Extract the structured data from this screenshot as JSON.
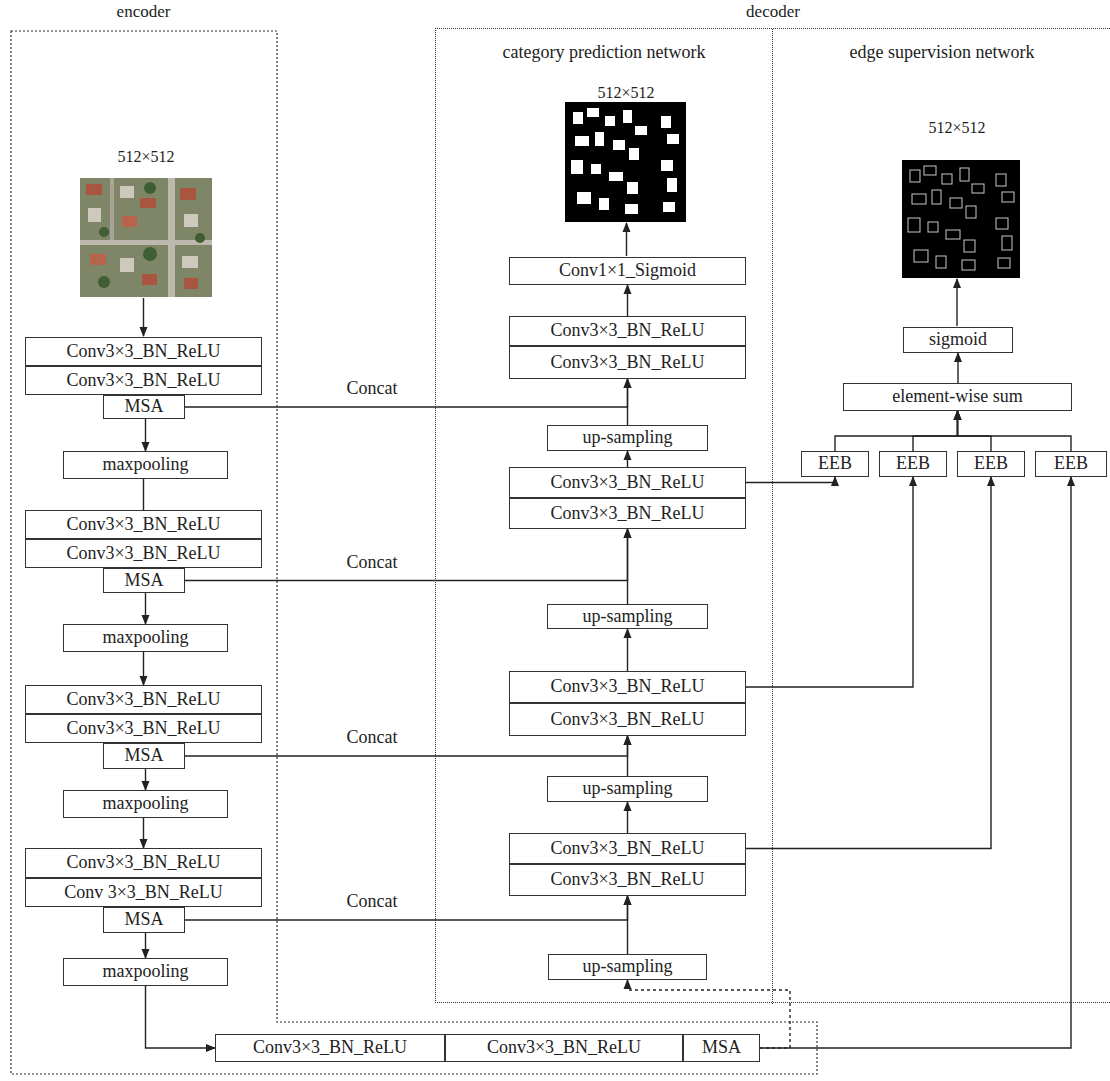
{
  "diagram": {
    "nodes": [
      {
        "text": [
          "encoder"
        ]
      },
      {
        "text": [
          "Conv3×3_BN_ReLU"
        ],
        "in": 0
      },
      {
        "text": [
          "Conv3×3_BN_ReLU"
        ],
        "in": 0
      },
      {
        "text": [
          "MSA"
        ],
        "in": 0
      },
      {
        "text": [
          "maxpooling"
        ],
        "in": 0
      },
      {
        "text": [
          "Conv3×3_BN_ReLU"
        ],
        "in": 0
      },
      {
        "text": [
          "Conv3×3_BN_ReLU"
        ],
        "in": 0
      },
      {
        "text": [
          "MSA"
        ],
        "in": 0
      },
      {
        "text": [
          "maxpooling"
        ],
        "in": 0
      },
      {
        "text": [
          "Conv3×3_BN_ReLU"
        ],
        "in": 0
      },
      {
        "text": [
          "Conv3×3_BN_ReLU"
        ],
        "in": 0
      },
      {
        "text": [
          "MSA"
        ],
        "in": 0
      },
      {
        "text": [
          "maxpooling"
        ],
        "in": 0
      },
      {
        "text": [
          "Conv3×3_BN_ReLU"
        ],
        "in": 0
      },
      {
        "text": [
          "Conv 3×3_BN_ReLU"
        ],
        "in": 0
      },
      {
        "text": [
          "MSA"
        ],
        "in": 0
      },
      {
        "text": [
          "maxpooling"
        ],
        "in": 0
      },
      {
        "text": [
          "Conv3×3_BN_ReLU"
        ],
        "in": 0
      },
      {
        "text": [
          "Conv3×3_BN_ReLU"
        ],
        "in": 0
      },
      {
        "text": [
          "MSA"
        ],
        "in": 0
      },
      {
        "text": [
          "decoder"
        ]
      },
      {
        "text": [
          "category prediction network"
        ],
        "in": 20
      },
      {
        "text": [
          "Conv1×1_Sigmoid"
        ],
        "in": 21
      },
      {
        "text": [
          "Conv3×3_BN_ReLU"
        ],
        "in": 21
      },
      {
        "text": [
          "Conv3×3_BN_ReLU"
        ],
        "in": 21
      },
      {
        "text": [
          "up-sampling"
        ],
        "in": 21
      },
      {
        "text": [
          "Conv3×3_BN_ReLU"
        ],
        "in": 21
      },
      {
        "text": [
          "Conv3×3_BN_ReLU"
        ],
        "in": 21
      },
      {
        "text": [
          "up-sampling"
        ],
        "in": 21
      },
      {
        "text": [
          "Conv3×3_BN_ReLU"
        ],
        "in": 21
      },
      {
        "text": [
          "Conv3×3_BN_ReLU"
        ],
        "in": 21
      },
      {
        "text": [
          "up-sampling"
        ],
        "in": 21
      },
      {
        "text": [
          "Conv3×3_BN_ReLU"
        ],
        "in": 21
      },
      {
        "text": [
          "Conv3×3_BN_ReLU"
        ],
        "in": 21
      },
      {
        "text": [
          "up-sampling"
        ],
        "in": 21
      },
      {
        "text": [
          "edge supervision network"
        ],
        "in": 20
      },
      {
        "text": [
          "sigmoid"
        ],
        "in": 35
      },
      {
        "text": [
          "element-wise sum"
        ],
        "in": 35
      },
      {
        "text": [
          "EEB"
        ],
        "in": 35
      },
      {
        "text": [
          "EEB"
        ],
        "in": 35
      },
      {
        "text": [
          "EEB"
        ],
        "in": 35
      },
      {
        "text": [
          "EEB"
        ],
        "in": 35
      }
    ],
    "edges": [
      {
        "from": 3,
        "to": 4,
        "arrow": "to"
      },
      {
        "from": 4,
        "to": 5,
        "arrow": "none"
      },
      {
        "from": 7,
        "to": 8,
        "arrow": "to"
      },
      {
        "from": 8,
        "to": 9,
        "arrow": "to"
      },
      {
        "from": 11,
        "to": 12,
        "arrow": "to"
      },
      {
        "from": 12,
        "to": 13,
        "arrow": "to"
      },
      {
        "from": 15,
        "to": 16,
        "arrow": "to"
      },
      {
        "from": 16,
        "to": 17,
        "arrow": "to"
      },
      {
        "from": 3,
        "to": 24,
        "label": "Concat",
        "arrow": "to"
      },
      {
        "from": 7,
        "to": 27,
        "label": "Concat",
        "arrow": "to"
      },
      {
        "from": 11,
        "to": 30,
        "label": "Concat",
        "arrow": "to"
      },
      {
        "from": 15,
        "to": 33,
        "label": "Concat",
        "arrow": "to"
      },
      {
        "from": 19,
        "to": 34,
        "arrow": "to"
      },
      {
        "from": 34,
        "to": 33,
        "arrow": "to"
      },
      {
        "from": 32,
        "to": 31,
        "arrow": "to"
      },
      {
        "from": 31,
        "to": 30,
        "arrow": "to"
      },
      {
        "from": 29,
        "to": 28,
        "arrow": "to"
      },
      {
        "from": 28,
        "to": 27,
        "arrow": "to"
      },
      {
        "from": 26,
        "to": 25,
        "arrow": "to"
      },
      {
        "from": 25,
        "to": 24,
        "arrow": "to"
      },
      {
        "from": 23,
        "to": 22,
        "arrow": "to"
      },
      {
        "from": 26,
        "to": 38,
        "arrow": "to"
      },
      {
        "from": 29,
        "to": 39,
        "arrow": "to"
      },
      {
        "from": 32,
        "to": 40,
        "arrow": "to"
      },
      {
        "from": 19,
        "to": 41,
        "arrow": "to"
      },
      {
        "from": 38,
        "to": 37,
        "arrow": "to"
      },
      {
        "from": 39,
        "to": 37,
        "arrow": "to"
      },
      {
        "from": 40,
        "to": 37,
        "arrow": "to"
      },
      {
        "from": 41,
        "to": 37,
        "arrow": "to"
      },
      {
        "from": 37,
        "to": 36,
        "arrow": "to"
      }
    ],
    "labels": [
      "512×512",
      "512×512",
      "512×512"
    ]
  }
}
